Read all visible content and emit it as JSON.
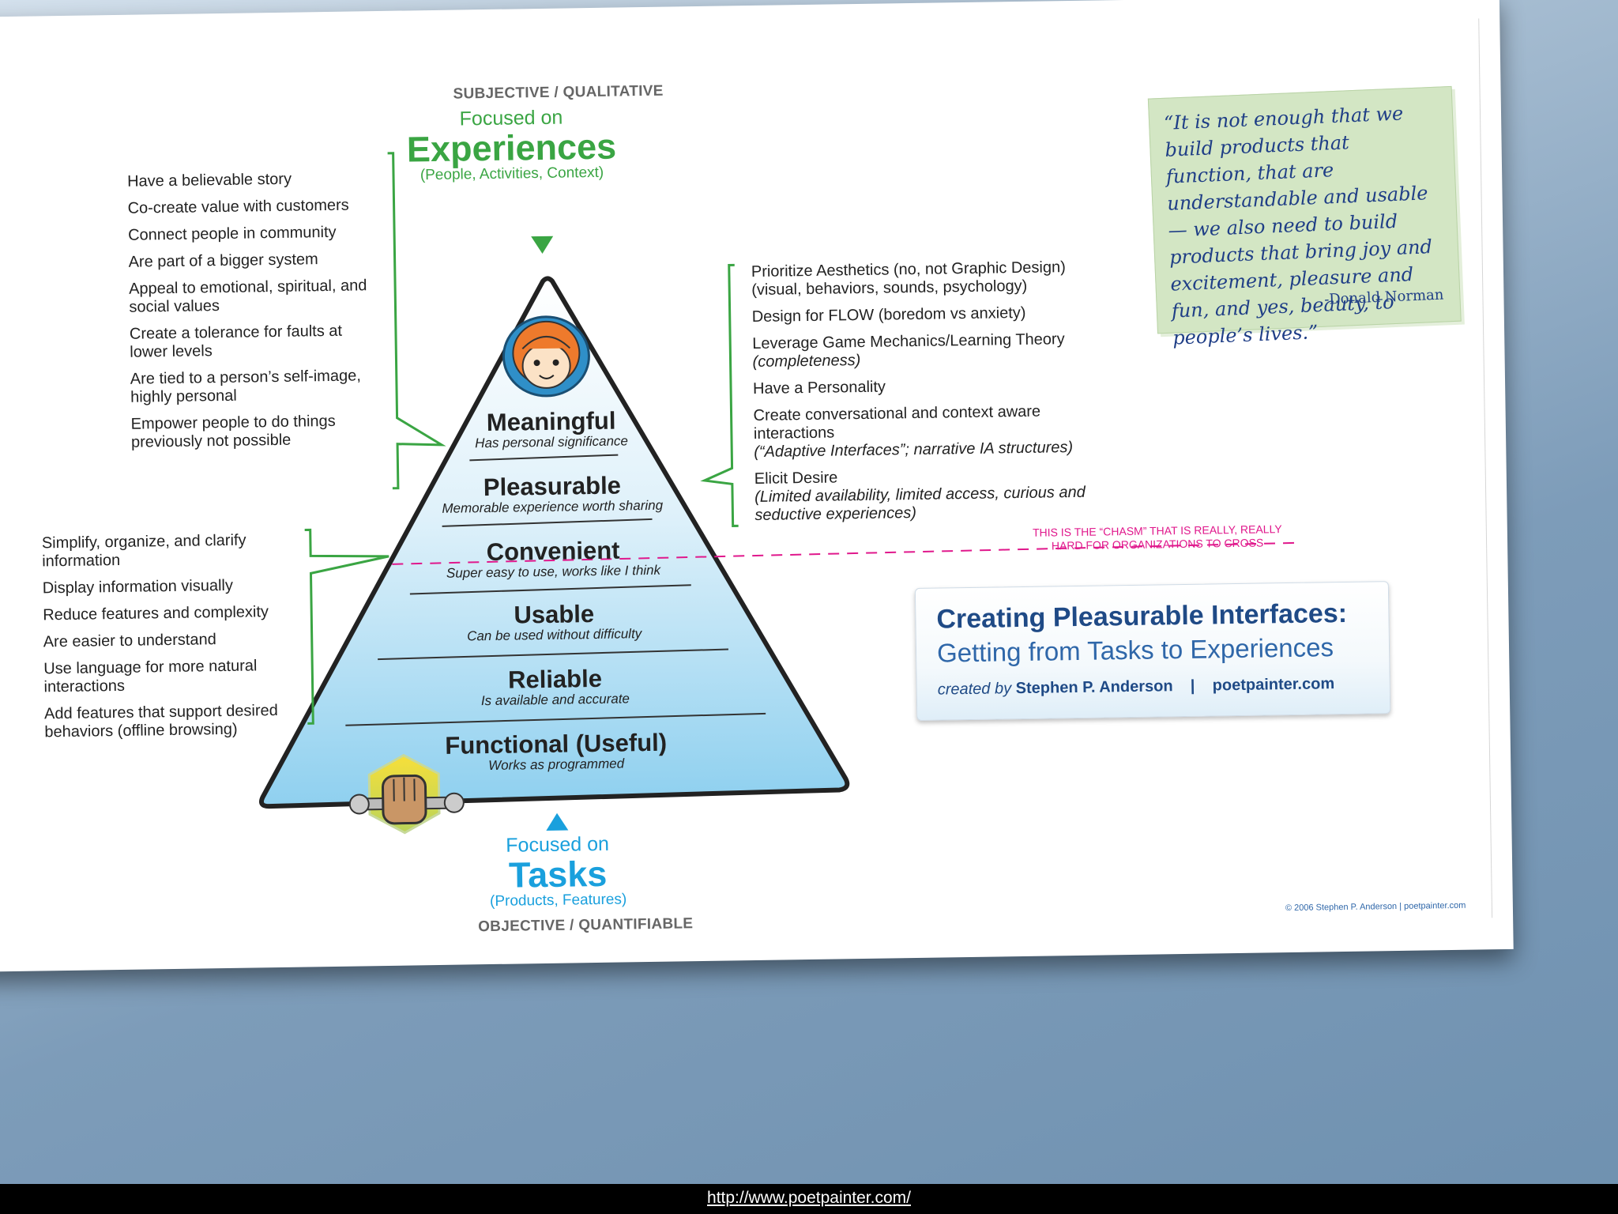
{
  "top": {
    "axis_label": "SUBJECTIVE / QUALITATIVE",
    "focused_on": "Focused on",
    "title": "Experiences",
    "subtitle": "(People, Activities, Context)"
  },
  "bottom": {
    "axis_label": "OBJECTIVE / QUANTIFIABLE",
    "focused_on": "Focused on",
    "title": "Tasks",
    "subtitle": "(Products, Features)"
  },
  "levels": [
    {
      "name": "Meaningful",
      "desc": "Has personal significance"
    },
    {
      "name": "Pleasurable",
      "desc": "Memorable experience worth sharing"
    },
    {
      "name": "Convenient",
      "desc": "Super easy to use, works like I think"
    },
    {
      "name": "Usable",
      "desc": "Can be used without difficulty"
    },
    {
      "name": "Reliable",
      "desc": "Is available and accurate"
    },
    {
      "name": "Functional (Useful)",
      "desc": "Works as programmed"
    }
  ],
  "meaningful_list": [
    "Have a believable story",
    "Co-create value with customers",
    "Connect people in community",
    "Are part of a bigger system",
    "Appeal to emotional, spiritual, and social values",
    "Create a tolerance for faults at lower levels",
    "Are tied to a person’s self-image, highly personal",
    "Empower people to do things previously not possible"
  ],
  "convenient_list": [
    "Simplify, organize, and  clarify information",
    "Display information visually",
    "Reduce features and complexity",
    "Are easier to understand",
    "Use language for more natural interactions",
    "Add features that support desired behaviors (offline browsing)"
  ],
  "pleasurable_list": [
    {
      "text": "Prioritize Aesthetics (no, not Graphic Design)",
      "sub": "(visual, behaviors, sounds, psychology)",
      "sub_italic": false
    },
    {
      "text": "Design for FLOW (boredom vs anxiety)",
      "sub": "",
      "sub_italic": false
    },
    {
      "text": "Leverage Game Mechanics/Learning Theory",
      "sub": "(completeness)",
      "sub_italic": true
    },
    {
      "text": "Have a Personality",
      "sub": "",
      "sub_italic": false
    },
    {
      "text": "Create conversational and context aware interactions",
      "sub": "(“Adaptive Interfaces”; narrative IA structures)",
      "sub_italic": true
    },
    {
      "text": "Elicit Desire",
      "sub": "(Limited availability, limited access, curious and seductive experiences)",
      "sub_italic": true
    }
  ],
  "chasm": {
    "line1": "THIS IS THE “CHASM” THAT IS REALLY, REALLY",
    "line2": "HARD FOR ORGANIZATIONS TO CROSS"
  },
  "quote": {
    "text": "“It is not enough that we build products that function, that are understandable and usable — we also need to build products that bring joy and excitement, pleasure and fun, and yes, beauty, to people’s lives.”",
    "author": "-Donald Norman"
  },
  "title_card": {
    "line1": "Creating Pleasurable Interfaces:",
    "line2": "Getting from Tasks to Experiences",
    "created_by": "created by",
    "author": "Stephen P. Anderson",
    "separator": "|",
    "site": "poetpainter.com"
  },
  "copyright": "© 2006 Stephen P. Anderson | poetpainter.com",
  "footer_url": "http://www.poetpainter.com/",
  "colors": {
    "green": "#3aa543",
    "cyan": "#1aa0dd",
    "chasm_pink": "#e0188c",
    "quote_bg": "#d3e6c4",
    "title_blue": "#1f4a86"
  },
  "icons": [
    "girl-face-icon",
    "wrench-fist-icon"
  ]
}
